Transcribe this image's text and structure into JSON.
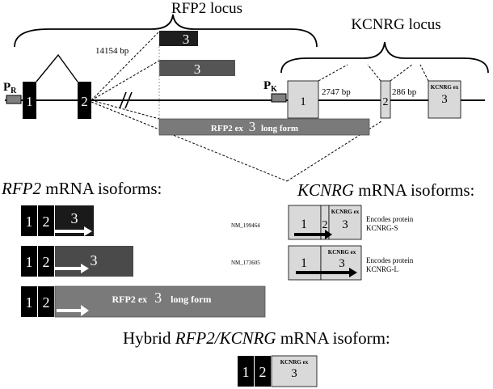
{
  "genomic": {
    "rfp2_locus_label": "RFP2 locus",
    "kcnrg_locus_label": "KCNRG locus",
    "promoter_r": "P",
    "promoter_r_sub": "R",
    "promoter_k": "P",
    "promoter_k_sub": "K",
    "exon1": "1",
    "exon2": "2",
    "exon3_short": "3",
    "exon3_medium": "3",
    "distance_14154": "14154 bp",
    "long_form_prefix": "RFP2 ex",
    "long_form_num": "3",
    "long_form_suffix": "long form",
    "k_exon1": "1",
    "k_exon2": "2",
    "k_exon3_small": "KCNRG ex",
    "k_exon3": "3",
    "distance_2747": "2747 bp",
    "distance_286": "286 bp"
  },
  "rfp2_isoforms": {
    "title_italic": "RFP2",
    "title_rest": " mRNA isoforms:",
    "iso1": {
      "e1": "1",
      "e2": "2",
      "e3": "3"
    },
    "iso2": {
      "e1": "1",
      "e2": "2",
      "e3": "3"
    },
    "iso3": {
      "e1": "1",
      "e2": "2",
      "prefix": "RFP2 ex",
      "num": "3",
      "suffix": "long form"
    }
  },
  "kcnrg_isoforms": {
    "title_italic": "KCNRG",
    "title_rest": " mRNA isoforms:",
    "iso_s": {
      "accession": "NM_199464",
      "e1": "1",
      "e2": "2",
      "e3_small": "KCNRG ex",
      "e3": "3",
      "desc_line1": "Encodes protein",
      "desc_line2": "KCNRG-S"
    },
    "iso_l": {
      "accession": "NM_173605",
      "e1": "1",
      "e3_small": "KCNRG ex",
      "e3": "3",
      "desc_line1": "Encodes protein",
      "desc_line2": "KCNRG-L"
    }
  },
  "hybrid": {
    "title_prefix": "Hybrid ",
    "title_italic": "RFP2/KCNRG",
    "title_rest": " mRNA isoform:",
    "e1": "1",
    "e2": "2",
    "e3_small": "KCNRG ex",
    "e3": "3"
  },
  "colors": {
    "black_exon": "#000000",
    "dark_gray_exon": "#3a3a3a",
    "mid_gray_exon": "#5a5a5a",
    "long_form_gray": "#7a7a7a",
    "kcnrg_exon": "#d9d9d9",
    "promoter": "#808080"
  }
}
